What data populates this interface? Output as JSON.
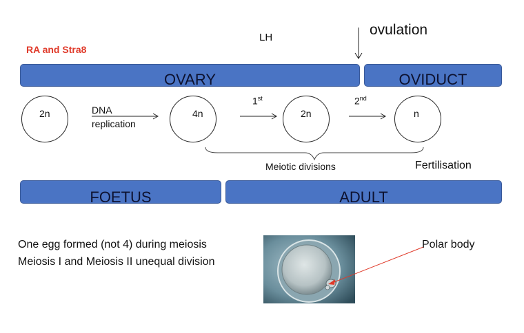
{
  "regulators": "RA and Stra8",
  "hormone": "LH",
  "event_ovulation": "ovulation",
  "locations": {
    "ovary": "OVARY",
    "oviduct": "OVIDUCT"
  },
  "stages_bars": {
    "foetus": "FOETUS",
    "adult": "ADULT"
  },
  "cells": [
    "2n",
    "4n",
    "2n",
    "n"
  ],
  "steps": {
    "dna_line1": "DNA",
    "dna_line2": "replication",
    "first_base": "1",
    "first_sup": "st",
    "second_base": "2",
    "second_sup": "nd"
  },
  "meiotic_divisions": "Meiotic divisions",
  "fertilisation": "Fertilisation",
  "notes": [
    "One egg formed (not 4) during meiosis",
    "Meiosis I and Meiosis II unequal division"
  ],
  "polar_body": "Polar body",
  "colors": {
    "bar": "#4a74c4",
    "regulator_text": "#e03a2a",
    "pointer": "#e03a2a"
  }
}
